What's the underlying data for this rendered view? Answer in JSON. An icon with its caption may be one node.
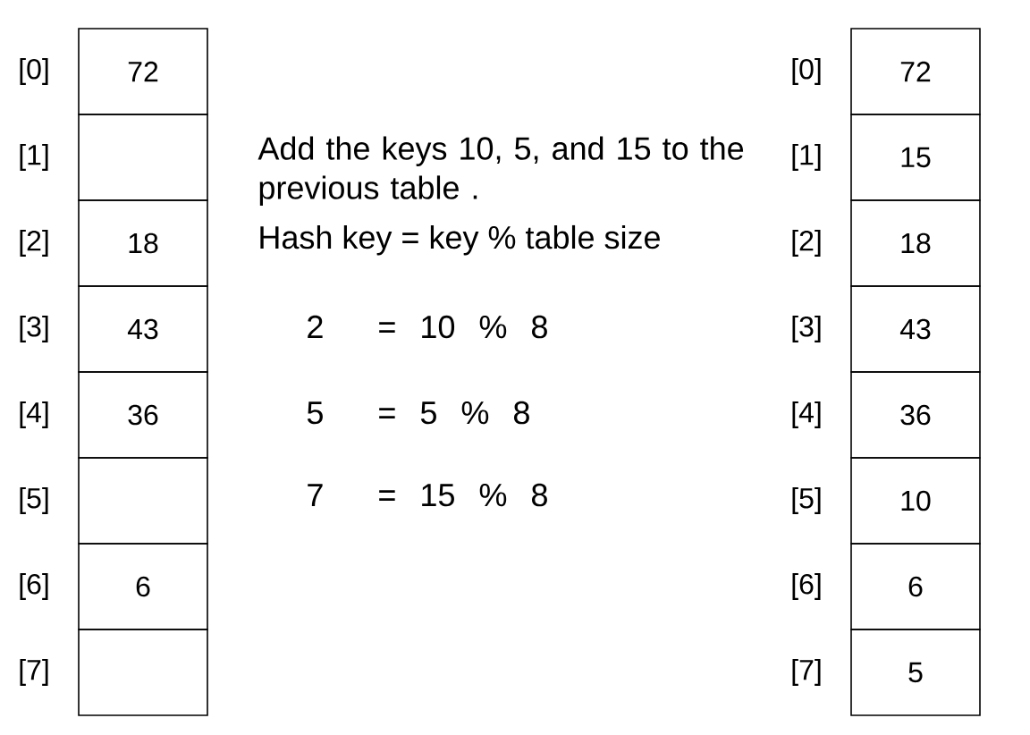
{
  "diagram": {
    "nodes": [
      {
        "text": [
          "72"
        ],
        "beside": [
          "[0]"
        ]
      },
      {
        "text": [],
        "shape": "box",
        "beside": [
          "[1]"
        ]
      },
      {
        "text": [
          "18"
        ],
        "beside": [
          "[2]"
        ]
      },
      {
        "text": [
          "43"
        ],
        "beside": [
          "[3]"
        ]
      },
      {
        "text": [
          "36"
        ],
        "beside": [
          "[4]"
        ]
      },
      {
        "text": [],
        "shape": "box",
        "beside": [
          "[5]"
        ]
      },
      {
        "text": [
          "6"
        ],
        "beside": [
          "[6]"
        ]
      },
      {
        "text": [],
        "shape": "box",
        "beside": [
          "[7]"
        ]
      },
      {
        "text": [
          "72"
        ],
        "beside": [
          "[0]"
        ]
      },
      {
        "text": [
          "15"
        ],
        "beside": [
          "[1]"
        ]
      },
      {
        "text": [
          "18"
        ],
        "beside": [
          "[2]"
        ]
      },
      {
        "text": [
          "43"
        ],
        "beside": [
          "[3]"
        ]
      },
      {
        "text": [
          "36"
        ],
        "beside": [
          "[4]"
        ]
      },
      {
        "text": [
          "10"
        ],
        "beside": [
          "[5]"
        ]
      },
      {
        "text": [
          "6"
        ],
        "beside": [
          "[6]"
        ]
      },
      {
        "text": [
          "5"
        ],
        "beside": [
          "[7]"
        ]
      }
    ],
    "labels": [
      "Add the keys 10, 5, and 15 to the previous table .",
      "Hash key = key % table size",
      "2",
      "= 10 % 8",
      "5",
      "= 5 % 8",
      "7",
      "= 15 % 8"
    ]
  }
}
